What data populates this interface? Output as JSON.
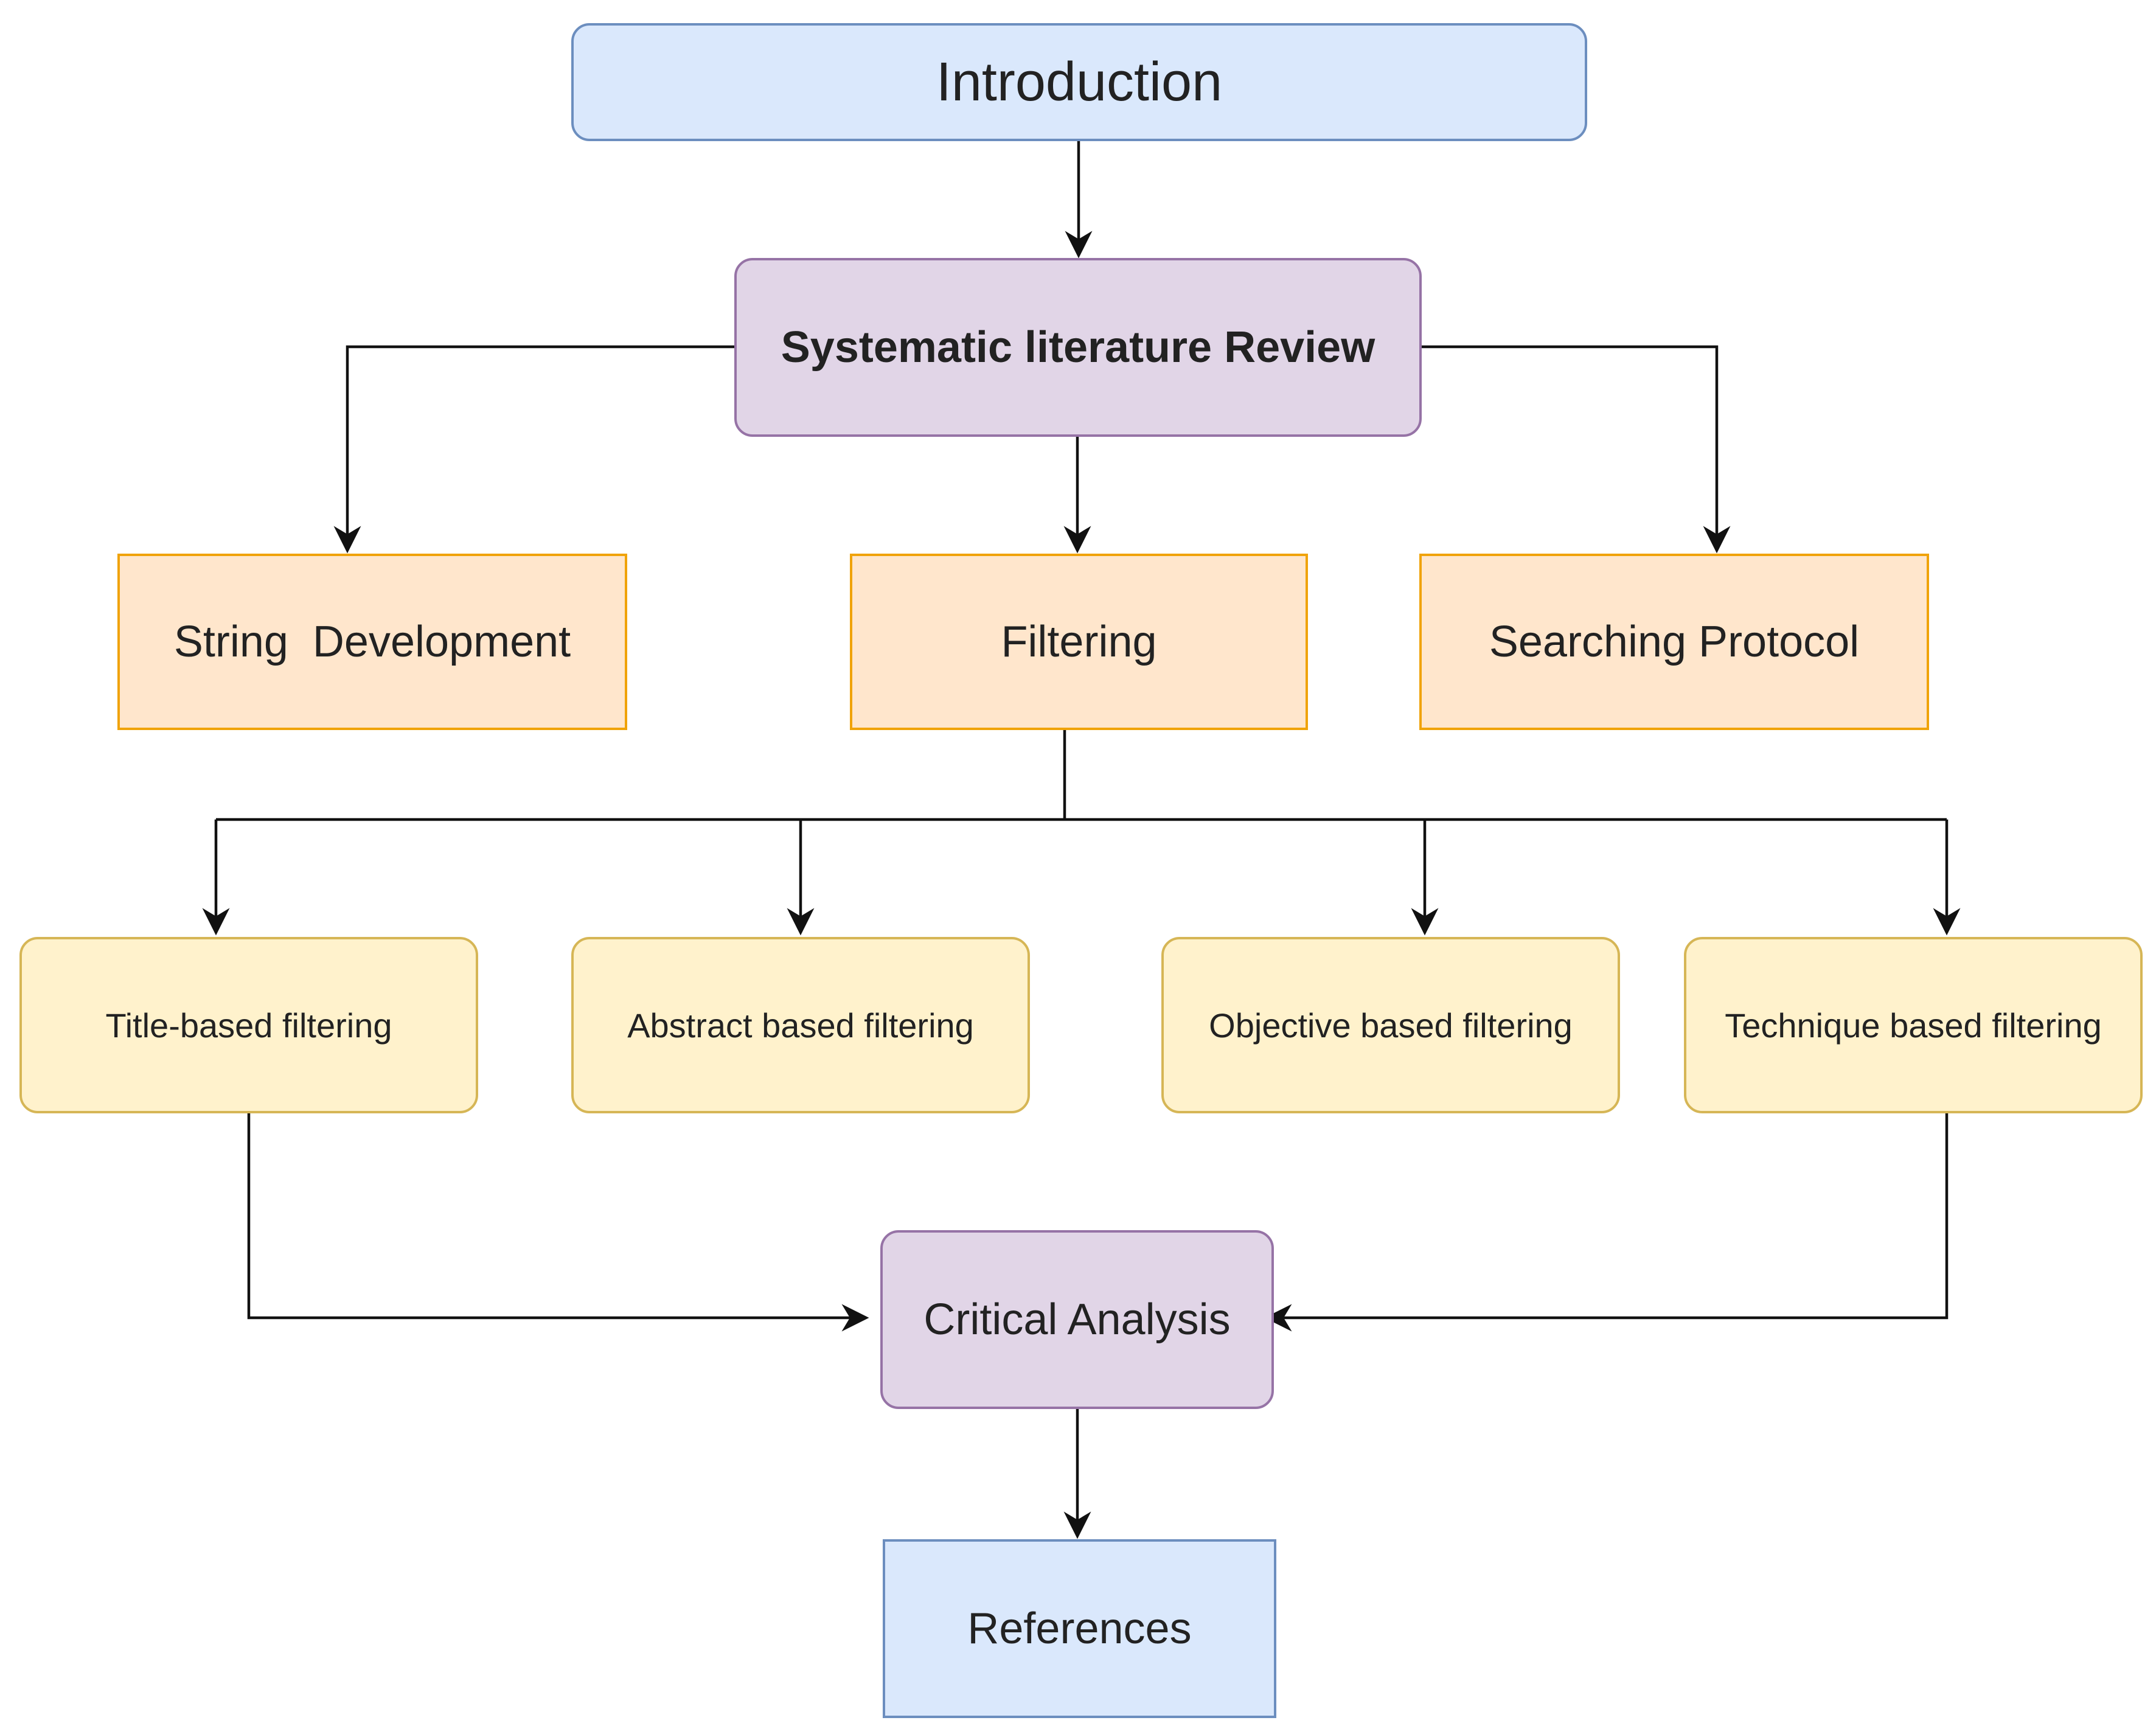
{
  "nodes": {
    "introduction": "Introduction",
    "slr": "Systematic literature Review",
    "string_development": "String  Development",
    "filtering": "Filtering",
    "searching_protocol": "Searching Protocol",
    "title_filtering": "Title-based filtering",
    "abstract_filtering": "Abstract based filtering",
    "objective_filtering": "Objective based filtering",
    "technique_filtering": "Technique based filtering",
    "critical_analysis": "Critical Analysis",
    "references": "References"
  },
  "colors": {
    "blue_fill": "#dae8fc",
    "blue_stroke": "#6c8ebf",
    "purple_fill": "#e1d5e7",
    "purple_stroke": "#9673a6",
    "orange_fill": "#ffe6cc",
    "orange_stroke": "#f0a30a",
    "yellow_fill": "#fff2cc",
    "yellow_stroke": "#d6b656",
    "arrow": "#111111"
  }
}
